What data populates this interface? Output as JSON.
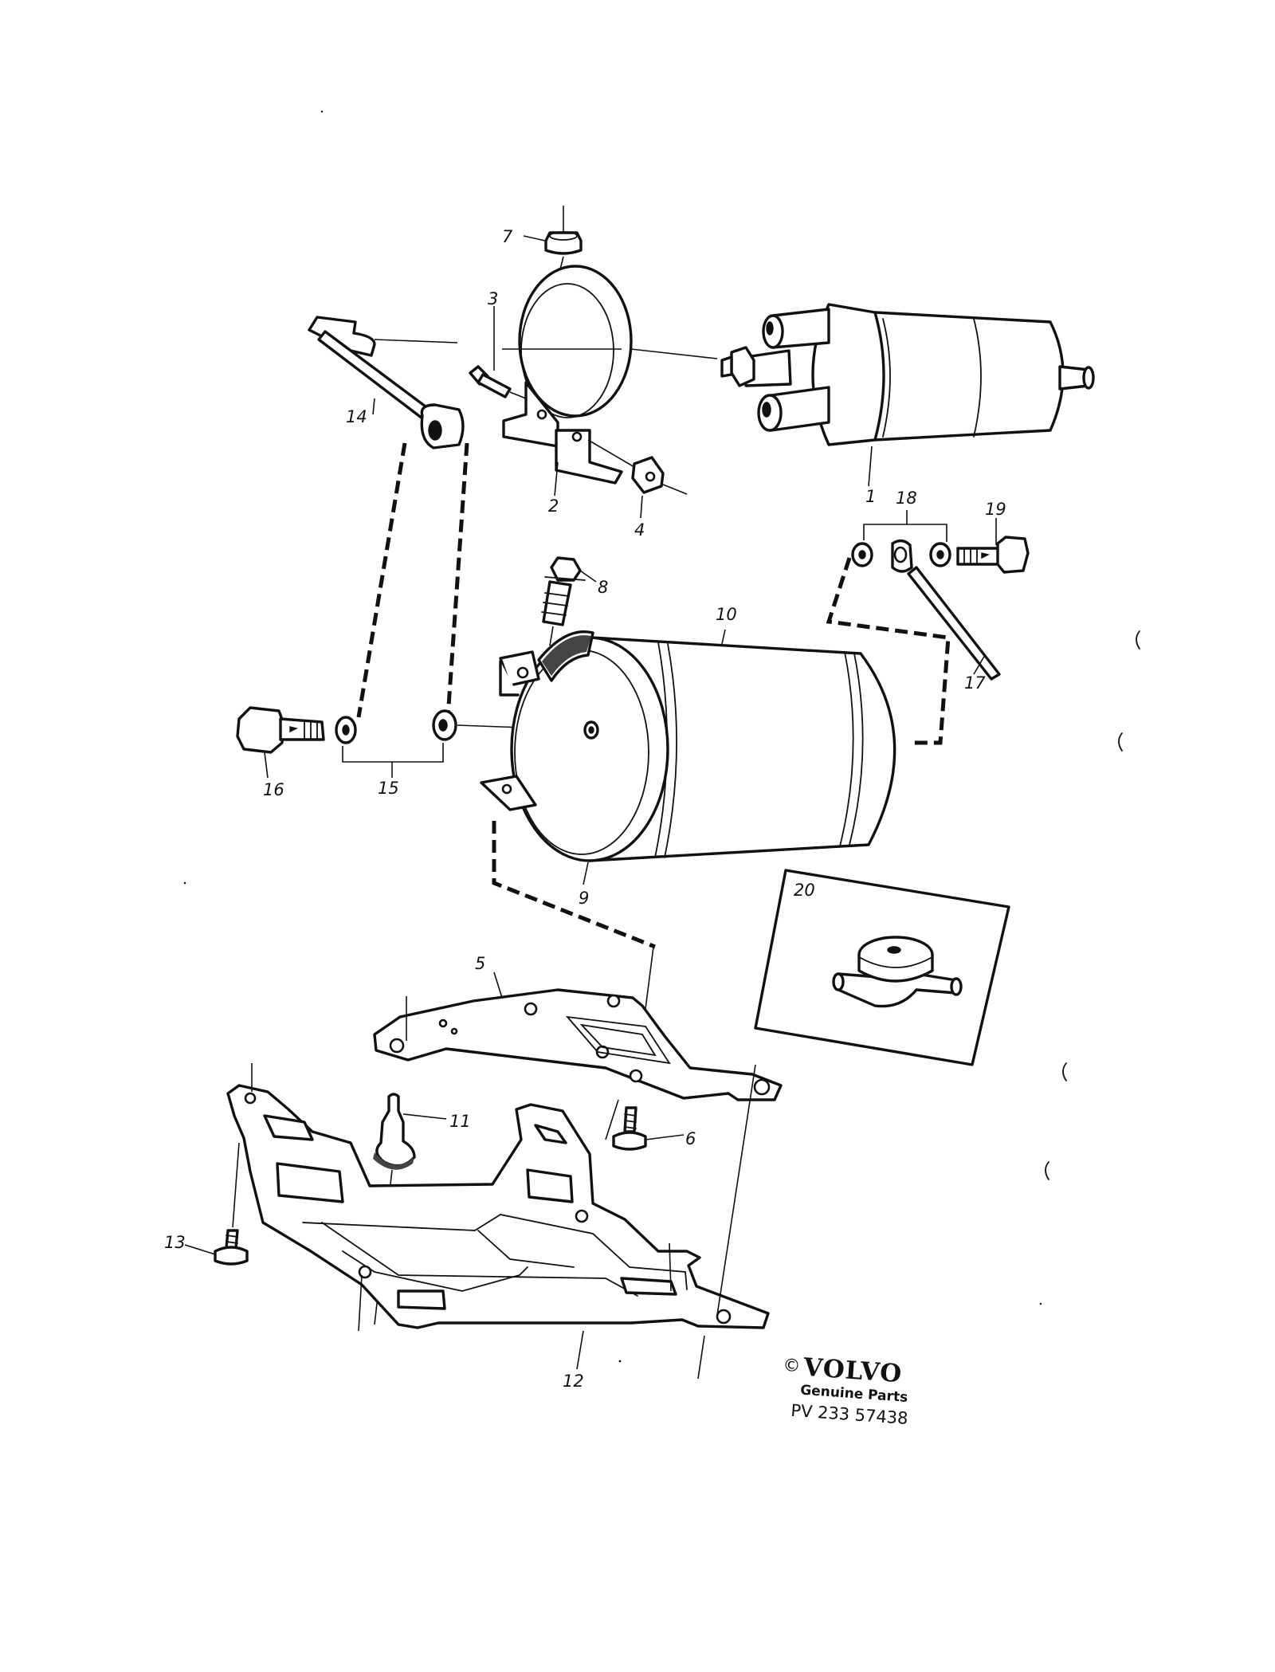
{
  "diagram": {
    "callouts": {
      "c1": "1",
      "c2": "2",
      "c3": "3",
      "c4": "4",
      "c5": "5",
      "c6": "6",
      "c7": "7",
      "c8": "8",
      "c9": "9",
      "c10": "10",
      "c11": "11",
      "c12": "12",
      "c13": "13",
      "c14": "14",
      "c15": "15",
      "c16": "16",
      "c17": "17",
      "c18": "18",
      "c19": "19",
      "c20": "20"
    }
  },
  "brand_block": {
    "copyright_symbol": "©",
    "brand": "VOLVO",
    "subtitle": "Genuine Parts",
    "reference": "PV 233  57438"
  },
  "icons": {
    "logo": "volvo-logo",
    "margin_marks": "paper-edge-marks"
  }
}
